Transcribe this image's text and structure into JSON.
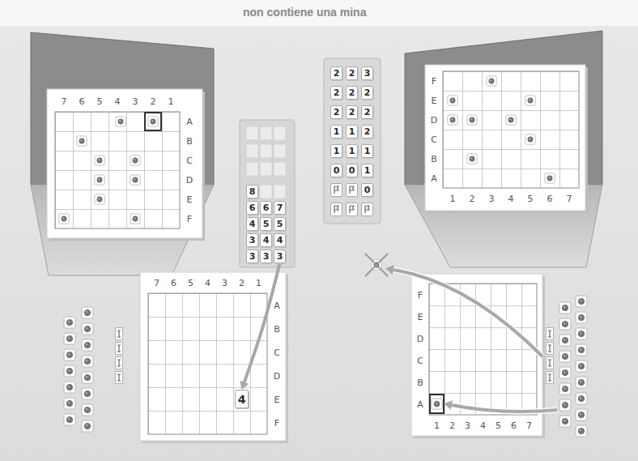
{
  "diagram": {
    "nodes": [
      {
        "text": [
          "8"
        ]
      },
      {
        "text": [
          "6"
        ]
      },
      {
        "text": [
          "6"
        ]
      },
      {
        "text": [
          "7"
        ]
      },
      {
        "text": [
          "4"
        ]
      },
      {
        "text": [
          "5"
        ]
      },
      {
        "text": [
          "5"
        ]
      },
      {
        "text": [
          "3"
        ]
      },
      {
        "text": [
          "4"
        ]
      },
      {
        "text": [
          "4"
        ]
      },
      {
        "text": [
          "3"
        ]
      },
      {
        "text": [
          "3"
        ]
      },
      {
        "text": [
          "3"
        ]
      },
      {
        "text": [
          "2"
        ]
      },
      {
        "text": [
          "2"
        ]
      },
      {
        "text": [
          "3"
        ]
      },
      {
        "text": [
          "2"
        ]
      },
      {
        "text": [
          "2"
        ]
      },
      {
        "text": [
          "2"
        ]
      },
      {
        "text": [
          "2"
        ]
      },
      {
        "text": [
          "2"
        ]
      },
      {
        "text": [
          "2"
        ]
      },
      {
        "text": [
          "1"
        ]
      },
      {
        "text": [
          "1"
        ]
      },
      {
        "text": [
          "2"
        ]
      },
      {
        "text": [
          "1"
        ]
      },
      {
        "text": [
          "1"
        ]
      },
      {
        "text": [
          "1"
        ]
      },
      {
        "text": [
          "0"
        ]
      },
      {
        "text": [
          "0"
        ]
      },
      {
        "text": [
          "1"
        ]
      },
      {
        "text": [
          "0"
        ]
      },
      {
        "text": [
          "4"
        ]
      }
    ],
    "edges": [
      {
        "from": 12,
        "to": 32,
        "arrow": "to"
      }
    ],
    "labels": [
      "non contiene una mina",
      "7",
      "6",
      "5",
      "4",
      "3",
      "2",
      "1",
      "A",
      "B",
      "C",
      "D",
      "E",
      "F",
      "F",
      "E",
      "D",
      "C",
      "B",
      "A",
      "1",
      "2",
      "3",
      "4",
      "5",
      "6",
      "7",
      "7",
      "6",
      "5",
      "4",
      "3",
      "2",
      "1",
      "A",
      "B",
      "C",
      "D",
      "E",
      "F",
      "F",
      "E",
      "D",
      "C",
      "B",
      "A",
      "1",
      "2",
      "3",
      "4",
      "5",
      "6",
      "7"
    ]
  }
}
